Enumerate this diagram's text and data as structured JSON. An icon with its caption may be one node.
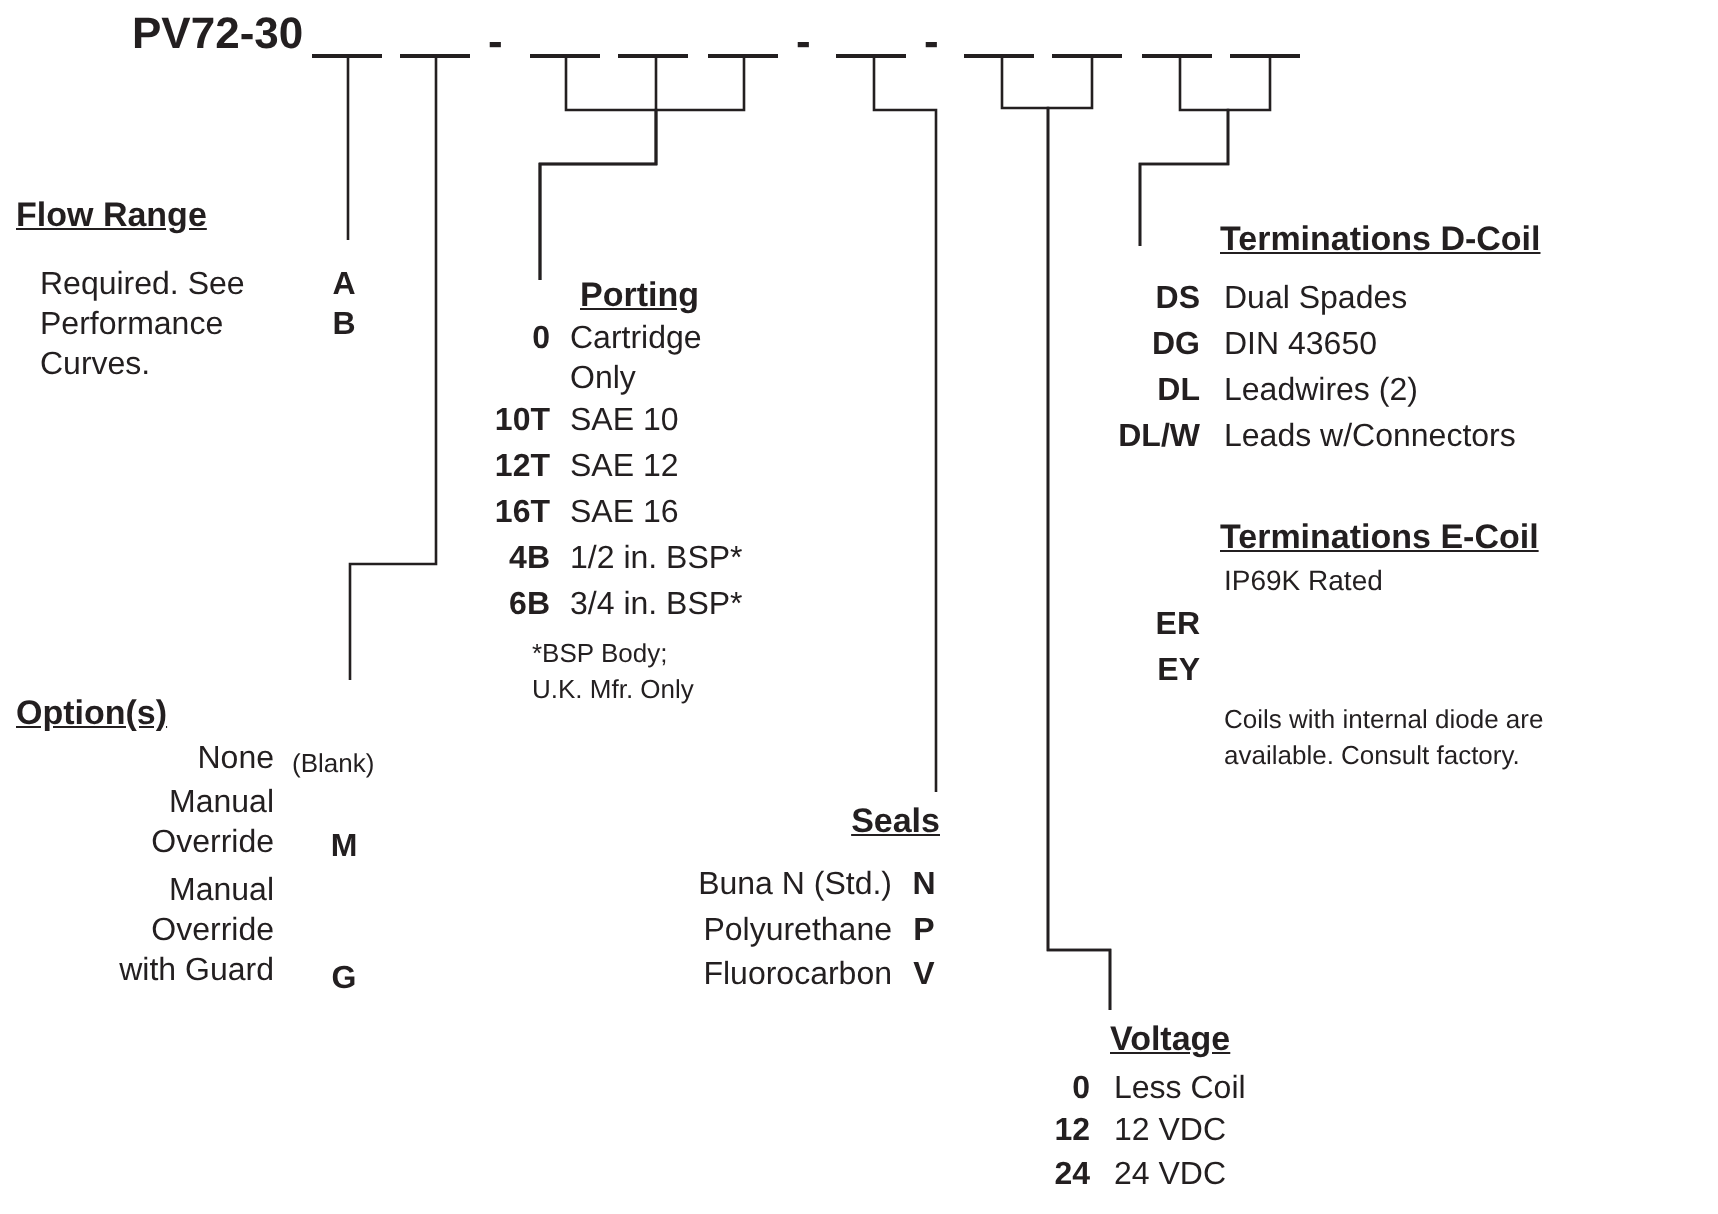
{
  "diagram": {
    "nodes": [
      {
        "text": [],
        "shape": "bar"
      },
      {
        "text": [],
        "shape": "bar"
      },
      {
        "text": [],
        "shape": "bar"
      },
      {
        "text": [],
        "shape": "bar"
      },
      {
        "text": [],
        "shape": "bar"
      },
      {
        "text": [],
        "shape": "bar"
      },
      {
        "text": [],
        "shape": "bar"
      },
      {
        "text": [],
        "shape": "bar"
      },
      {
        "text": [],
        "shape": "bar"
      },
      {
        "text": [],
        "shape": "bar"
      },
      {
        "text": [
          "Flow Range",
          "Required. See Performance Curves.",
          "A",
          "B"
        ]
      },
      {
        "text": [
          "Option(s)",
          "None",
          "(Blank)",
          "Manual Override",
          "M",
          "Manual Override with Guard",
          "G"
        ]
      },
      {
        "text": [
          "Porting",
          "0",
          "Cartridge Only",
          "10T",
          "SAE 10",
          "12T",
          "SAE 12",
          "16T",
          "SAE 16",
          "4B",
          "1/2 in. BSP*",
          "6B",
          "3/4 in. BSP*",
          "*BSP Body; U.K. Mfr. Only"
        ]
      },
      {
        "text": [
          "Seals",
          "Buna N (Std.)",
          "N",
          "Polyurethane",
          "P",
          "Fluorocarbon",
          "V"
        ]
      },
      {
        "text": [
          "Terminations D-Coil",
          "DS",
          "Dual Spades",
          "DG",
          "DIN 43650",
          "DL",
          "Leadwires (2)",
          "DL/W",
          "Leads w/Connectors"
        ]
      },
      {
        "text": [
          "Terminations E-Coil",
          "IP69K Rated",
          "ER",
          "EY",
          "Coils with internal diode are available. Consult factory."
        ]
      },
      {
        "text": [
          "Voltage",
          "0",
          "Less Coil",
          "12",
          "12 VDC",
          "24",
          "24 VDC"
        ]
      }
    ],
    "edges": [
      {
        "from": 0,
        "to": 10,
        "arrow": "none"
      },
      {
        "from": 1,
        "to": 11,
        "arrow": "none"
      },
      {
        "from": 2,
        "to": 12,
        "arrow": "none"
      },
      {
        "from": 3,
        "to": 12,
        "arrow": "none"
      },
      {
        "from": 4,
        "to": 12,
        "arrow": "none"
      },
      {
        "from": 5,
        "to": 13,
        "arrow": "none"
      },
      {
        "from": 6,
        "to": 16,
        "arrow": "none"
      },
      {
        "from": 7,
        "to": 16,
        "arrow": "none"
      },
      {
        "from": 8,
        "to": 14,
        "arrow": "none"
      },
      {
        "from": 9,
        "to": 14,
        "arrow": "none"
      }
    ],
    "labels": [
      "PV72-30",
      "-",
      "-",
      "-"
    ]
  }
}
